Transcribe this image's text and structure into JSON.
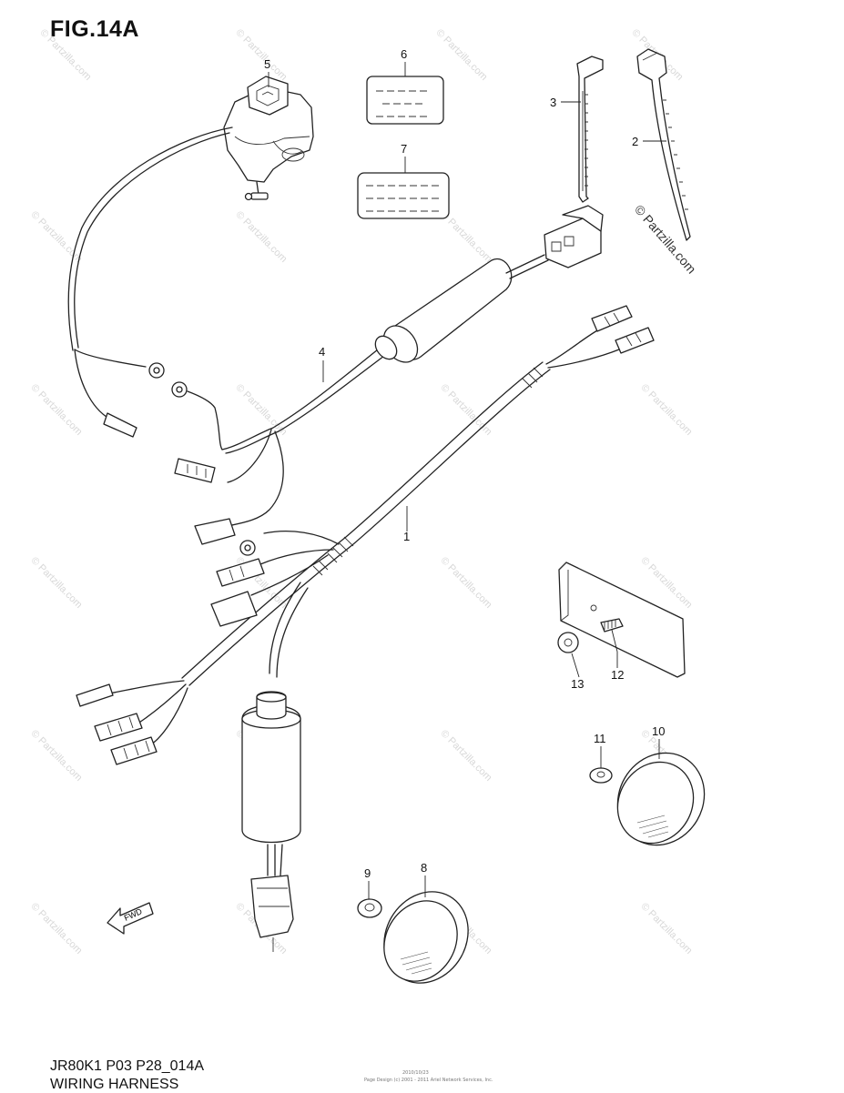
{
  "figure": {
    "title": "FIG.14A",
    "model_code": "JR80K1 P03 P28_014A",
    "name": "WIRING HARNESS",
    "copyright_mark": "© Partzilla.com",
    "watermark": "© Partzilla.com",
    "arrow_label": "FWD",
    "fine_print": [
      "2010/10/23",
      "Page Design (c) 2001 - 2011 Ariel Network Services, Inc."
    ]
  },
  "callouts": {
    "p1": "1",
    "p2": "2",
    "p3": "3",
    "p4": "4",
    "p5": "5",
    "p6": "6",
    "p7": "7",
    "p8": "8",
    "p9": "9",
    "p10": "10",
    "p11": "11",
    "p12": "12",
    "p13": "13"
  }
}
